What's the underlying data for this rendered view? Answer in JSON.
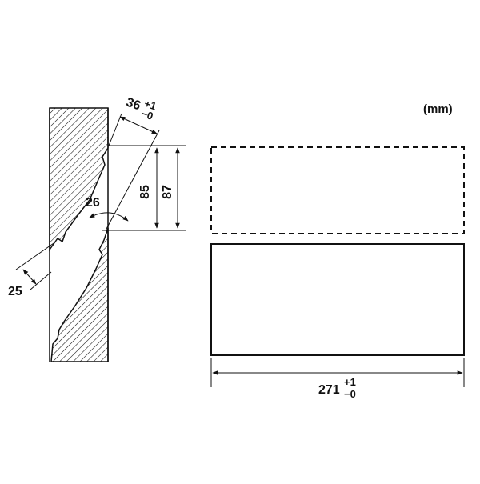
{
  "unit_label": "(mm)",
  "cutout": {
    "angle_top": {
      "value": "36",
      "tol_plus": "+1",
      "tol_minus": "−0"
    },
    "height_inner": "85",
    "height_outer": "87",
    "bevel_angle": "26",
    "offset": "25"
  },
  "front_panel": {
    "width": {
      "value": "271",
      "tol_plus": "+1",
      "tol_minus": "−0"
    }
  }
}
